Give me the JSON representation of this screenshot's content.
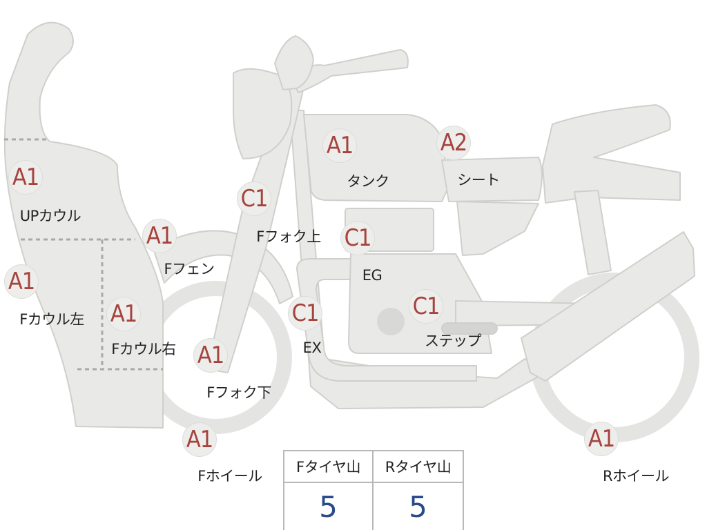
{
  "colors": {
    "body_fill": "#e9e9e7",
    "outline": "#cfcfcc",
    "grade_text": "#a6433d",
    "value_text": "#2a4a8a"
  },
  "parts": [
    {
      "id": "up-cowl",
      "grade": "A1",
      "label": "UPカウル"
    },
    {
      "id": "f-cowl-left",
      "grade": "A1",
      "label": "Fカウル左"
    },
    {
      "id": "f-cowl-right",
      "grade": "A1",
      "label": "Fカウル右"
    },
    {
      "id": "f-fender",
      "grade": "A1",
      "label": "Fフェン"
    },
    {
      "id": "f-fork-upper",
      "grade": "C1",
      "label": "Fフォク上"
    },
    {
      "id": "f-fork-lower",
      "grade": "A1",
      "label": "Fフォク下"
    },
    {
      "id": "f-wheel",
      "grade": "A1",
      "label": "Fホイール"
    },
    {
      "id": "tank",
      "grade": "A1",
      "label": "タンク"
    },
    {
      "id": "seat",
      "grade": "A2",
      "label": "シート"
    },
    {
      "id": "engine",
      "grade": "C1",
      "label": "EG"
    },
    {
      "id": "exhaust",
      "grade": "C1",
      "label": "EX"
    },
    {
      "id": "step",
      "grade": "C1",
      "label": "ステップ"
    },
    {
      "id": "r-wheel",
      "grade": "A1",
      "label": "Rホイール"
    }
  ],
  "tire_tread": {
    "front_label": "Fタイヤ山",
    "front_value": "5",
    "rear_label": "Rタイヤ山",
    "rear_value": "5"
  }
}
